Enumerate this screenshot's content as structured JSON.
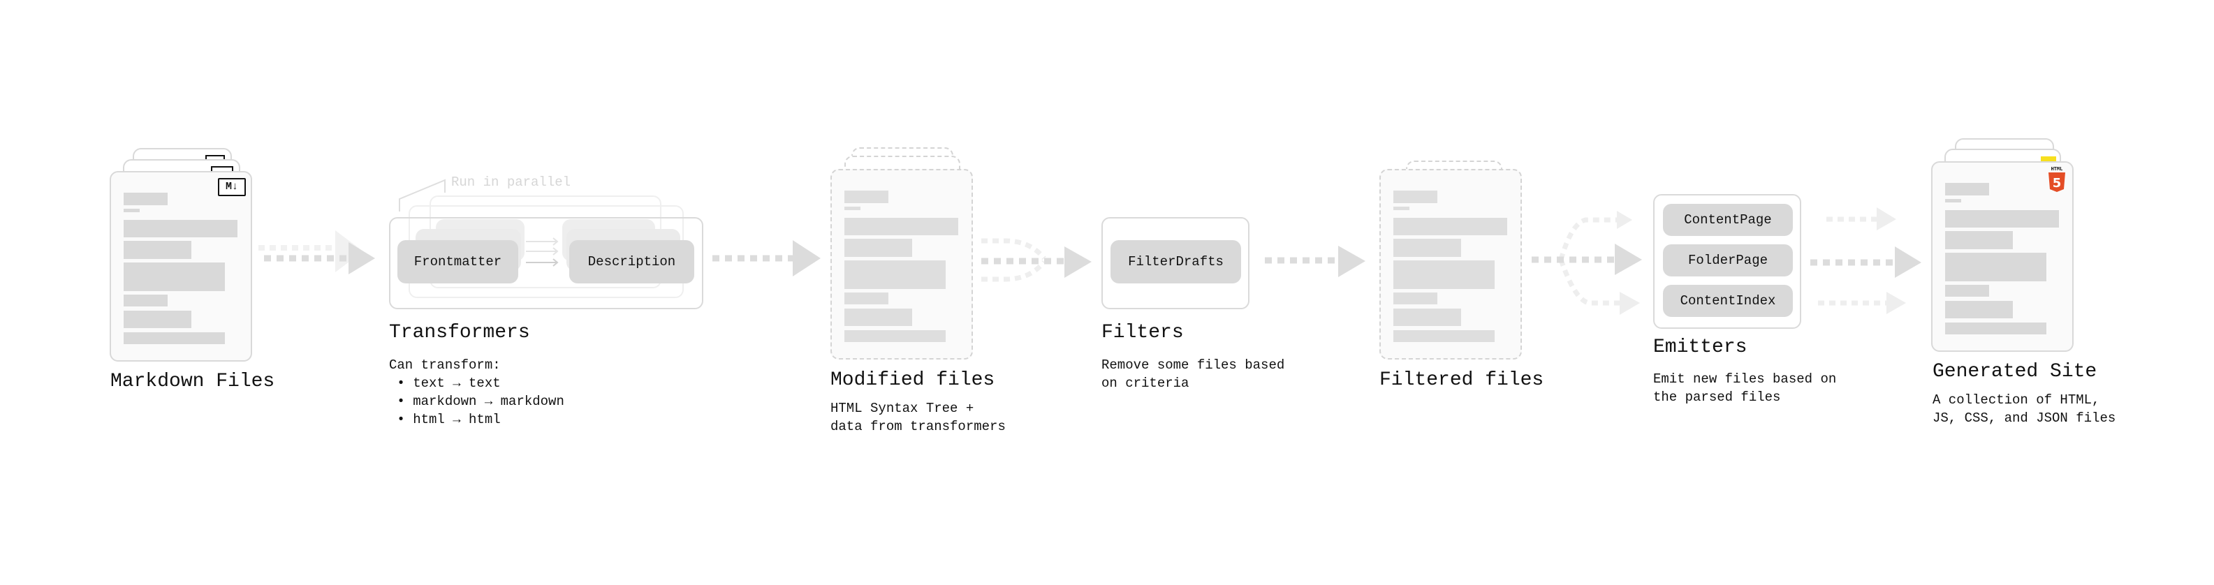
{
  "stages": {
    "markdown": {
      "title": "Markdown Files",
      "icon": "markdown-icon",
      "icon_text": "M↓"
    },
    "transformers": {
      "title": "Transformers",
      "note": "Run in parallel",
      "plugins": [
        "Frontmatter",
        "Description"
      ],
      "desc_intro": "Can transform:",
      "bullets": [
        "text → text",
        "markdown → markdown",
        "html → html"
      ]
    },
    "modified": {
      "title": "Modified files",
      "desc": [
        "HTML Syntax Tree +",
        "data from transformers"
      ]
    },
    "filters": {
      "title": "Filters",
      "plugins": [
        "FilterDrafts"
      ],
      "desc": [
        "Remove some files based",
        "on criteria"
      ]
    },
    "filtered": {
      "title": "Filtered files"
    },
    "emitters": {
      "title": "Emitters",
      "plugins": [
        "ContentPage",
        "FolderPage",
        "ContentIndex"
      ],
      "desc": [
        "Emit new files based on",
        "the parsed files"
      ]
    },
    "generated": {
      "title": "Generated Site",
      "desc": [
        "A collection of HTML,",
        "JS, CSS, and JSON files"
      ],
      "icons": [
        "html5-icon",
        "js-icon",
        "css-icon"
      ],
      "icon_text": "HTML"
    }
  },
  "colors": {
    "button": "#d9d9d9",
    "card_border": "#d9d9d9",
    "arrow": "#dcdcdc",
    "arrow_faded": "#eeeeee",
    "html5": "#e44d26",
    "js": "#f7df1e",
    "css": "#264de4"
  }
}
